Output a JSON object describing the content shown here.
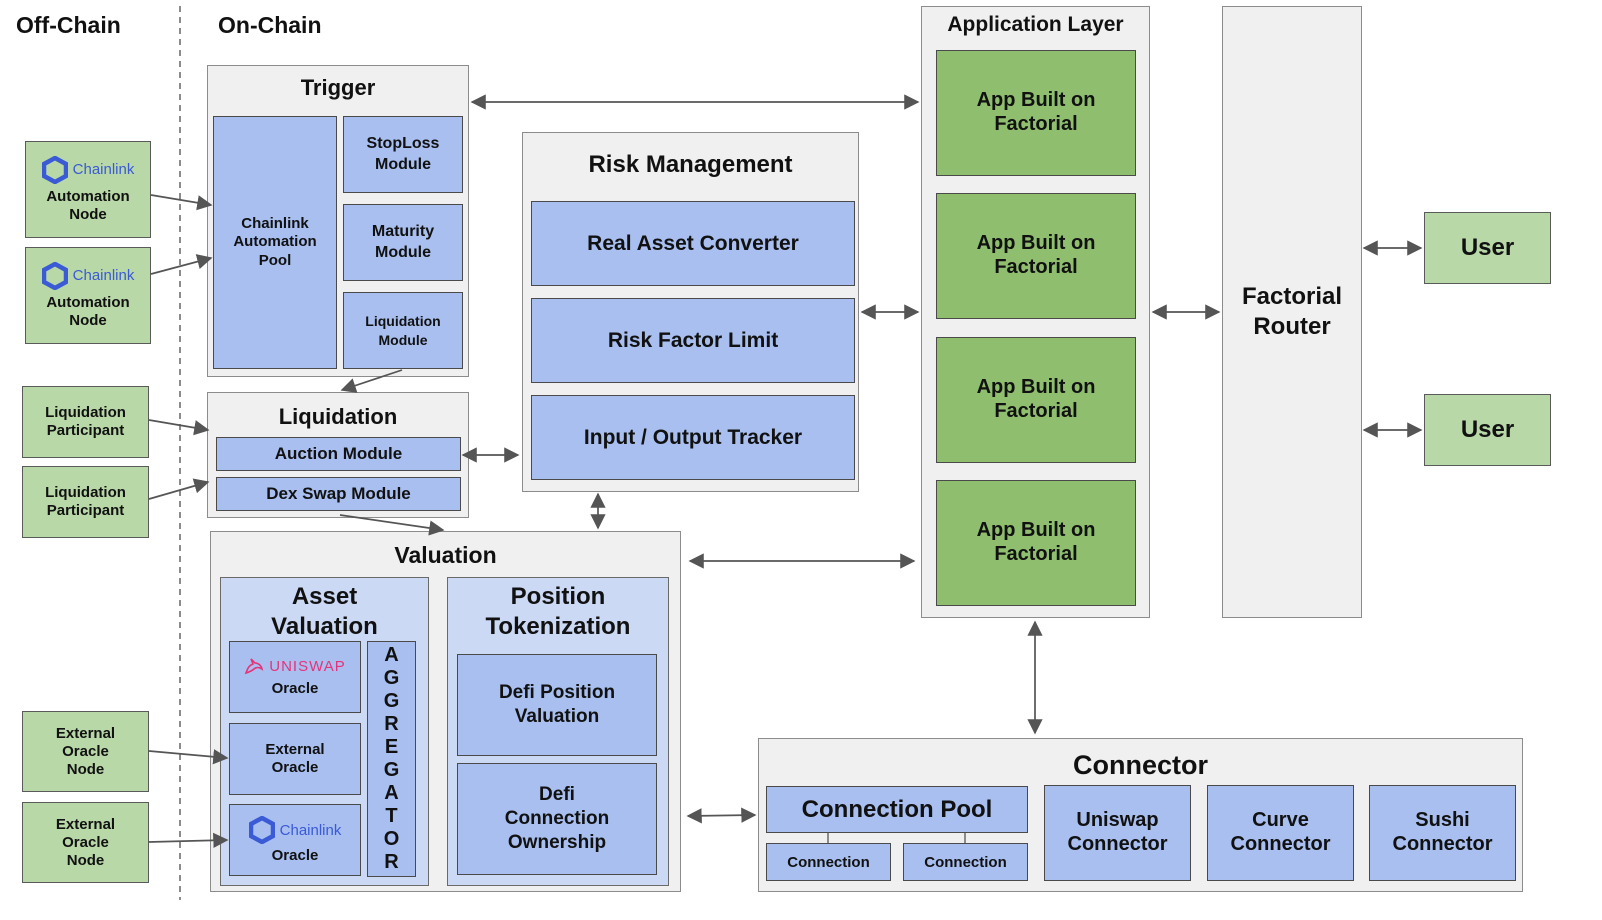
{
  "headers": {
    "off_chain": "Off-Chain",
    "on_chain": "On-Chain"
  },
  "chainlink_brand": "Chainlink",
  "uniswap_brand": "UNISWAP",
  "automation_node_label": "Automation\nNode",
  "liquidation_participant_label": "Liquidation\nParticipant",
  "external_oracle_node_label": "External\nOracle\nNode",
  "trigger": {
    "title": "Trigger",
    "pool": "Chainlink\nAutomation\nPool",
    "stoploss": "StopLoss\nModule",
    "maturity": "Maturity\nModule",
    "liquidation_module": "Liquidation\nModule"
  },
  "liquidation": {
    "title": "Liquidation",
    "auction": "Auction Module",
    "dex_swap": "Dex Swap Module"
  },
  "risk_management": {
    "title": "Risk Management",
    "converter": "Real Asset Converter",
    "limit": "Risk Factor Limit",
    "tracker": "Input / Output Tracker"
  },
  "valuation": {
    "title": "Valuation",
    "asset_valuation": "Asset\nValuation",
    "oracle": "Oracle",
    "external_oracle": "External\nOracle",
    "aggregator": "AGGREGATOR",
    "position_tokenization": "Position\nTokenization",
    "defi_position_valuation": "Defi Position\nValuation",
    "defi_connection_ownership": "Defi\nConnection\nOwnership"
  },
  "application_layer": {
    "title": "Application Layer",
    "app_label": "App Built on\nFactorial"
  },
  "router": {
    "label": "Factorial\nRouter"
  },
  "user_label": "User",
  "connector": {
    "title": "Connector",
    "pool": "Connection Pool",
    "connection": "Connection",
    "uniswap": "Uniswap\nConnector",
    "curve": "Curve\nConnector",
    "sushi": "Sushi\nConnector"
  }
}
